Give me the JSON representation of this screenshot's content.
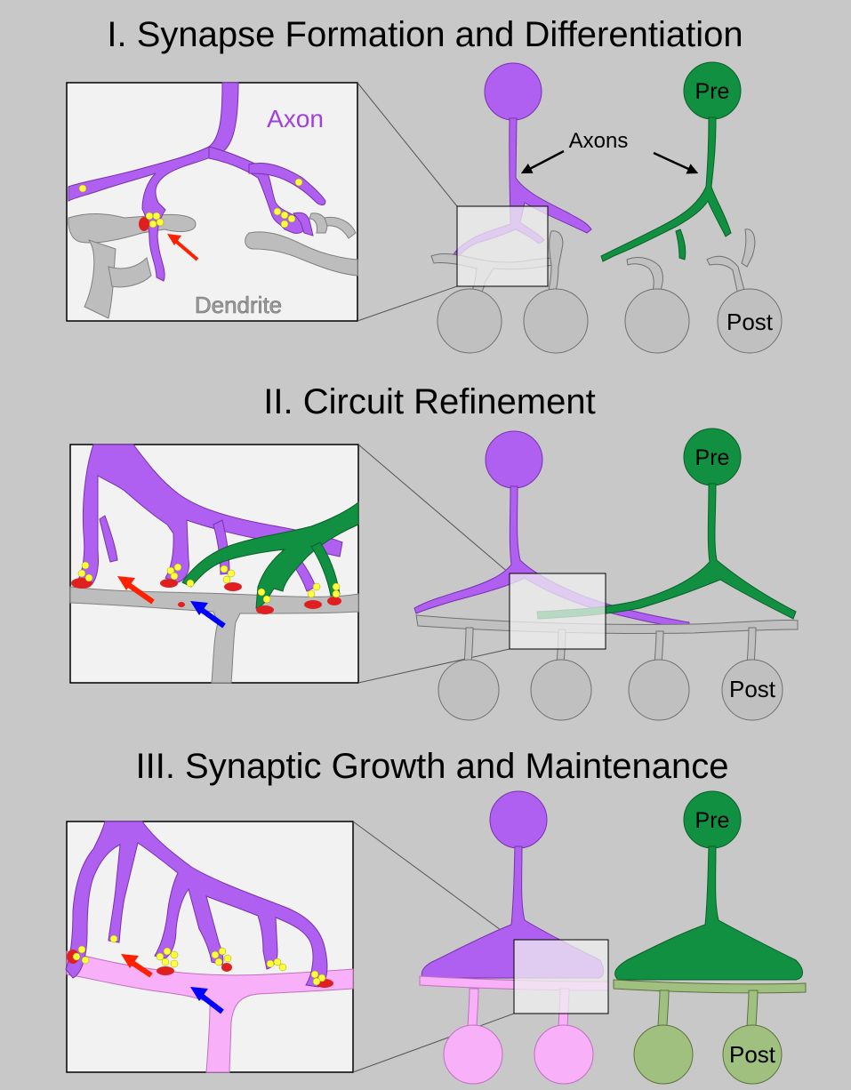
{
  "panels": {
    "one": {
      "title": "I. Synapse Formation and Differentiation",
      "zoom_axon_label": "Axon",
      "zoom_dendrite_label": "Dendrite",
      "axons_label": "Axons",
      "pre_label": "Pre",
      "post_label": "Post"
    },
    "two": {
      "title": "II. Circuit Refinement",
      "pre_label": "Pre",
      "post_label": "Post"
    },
    "three": {
      "title": "III. Synaptic Growth and Maintenance",
      "pre_label": "Pre",
      "post_label": "Post"
    }
  },
  "colors": {
    "background": "#c8c8c8",
    "purple_neuron": "#b060f0",
    "green_neuron": "#109040",
    "gray_neuron": "#c0c0c0",
    "pink_neuron": "#f8b0f8",
    "olive_neuron": "#a0c080",
    "synaptic_vesicle": "#ffff40",
    "postsynaptic_density": "#e02020",
    "red_arrow": "#ff2000",
    "blue_arrow": "#0000ff",
    "inset_box": "#f2f2f2"
  }
}
